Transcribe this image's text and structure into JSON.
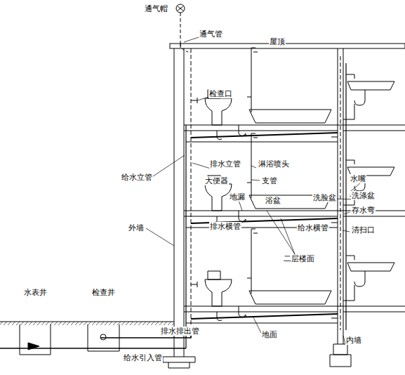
{
  "diagram": {
    "labels": [
      "通气帽",
      "通气管",
      "屋顶",
      "检查口",
      "排水立管",
      "淋浴喷头",
      "给水立管",
      "支管",
      "大便器",
      "水嘴",
      "洗脸盆",
      "洗涤盆",
      "浴盆",
      "地漏",
      "存水弯",
      "外墙",
      "排水横管",
      "给水横管",
      "清扫口",
      "二层楼面",
      "水表井",
      "检查井",
      "排水排出管",
      "地面",
      "内墙",
      "给水引入管"
    ]
  }
}
